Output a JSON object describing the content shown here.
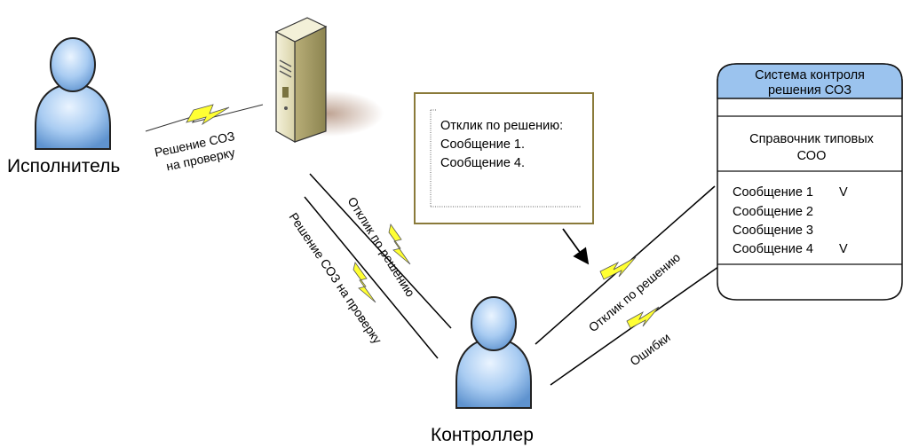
{
  "actors": {
    "executor": {
      "label": "Исполнитель",
      "icon": "user-icon"
    },
    "controller": {
      "label": "Контроллер",
      "icon": "user-icon"
    },
    "server": {
      "icon": "server-tower-icon"
    }
  },
  "links": {
    "executor_to_server": {
      "line1": "Решение СОЗ",
      "line2": "на проверку"
    },
    "server_to_controller_feedback": "Отклик по решению",
    "server_to_controller_solution": "Решение СОЗ на проверку",
    "controller_to_system_feedback": "Отклик по решению",
    "system_to_controller_errors": "Ошибки"
  },
  "document": {
    "lines": [
      "Отклик по решению:",
      "Сообщение 1.",
      "Сообщение 4."
    ]
  },
  "system": {
    "title_line1": "Система контроля",
    "title_line2": "решения СОЗ",
    "catalog_line1": "Справочник типовых",
    "catalog_line2": "СОО",
    "messages": [
      {
        "text": "Сообщение 1",
        "mark": "V"
      },
      {
        "text": "Сообщение 2",
        "mark": ""
      },
      {
        "text": "Сообщение 3",
        "mark": ""
      },
      {
        "text": "Сообщение 4",
        "mark": "V"
      }
    ]
  },
  "colors": {
    "person_fill": "#9cc4ef",
    "person_outline": "#1a1a1a",
    "bolt": "#ffff33",
    "system_header": "#9bc3ee",
    "document_border": "#8a7a3a",
    "server_body": "#eeeacb"
  }
}
